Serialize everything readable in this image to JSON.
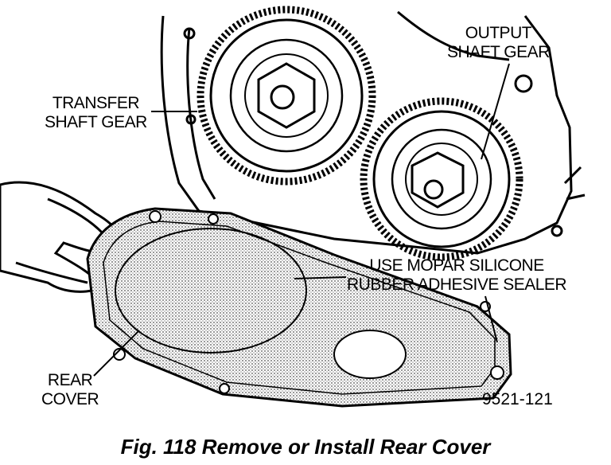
{
  "labels": {
    "output_gear_line1": "OUTPUT",
    "output_gear_line2": "SHAFT GEAR",
    "transfer_gear_line1": "TRANSFER",
    "transfer_gear_line2": "SHAFT GEAR",
    "sealer_line1": "USE MOPAR SILICONE",
    "sealer_line2": "RUBBER ADHESIVE SEALER",
    "rear_cover_line1": "REAR",
    "rear_cover_line2": "COVER"
  },
  "figure_number": "9521-121",
  "caption": "Fig. 118 Remove or Install Rear Cover",
  "colors": {
    "ink": "#000000",
    "paper": "#ffffff"
  }
}
